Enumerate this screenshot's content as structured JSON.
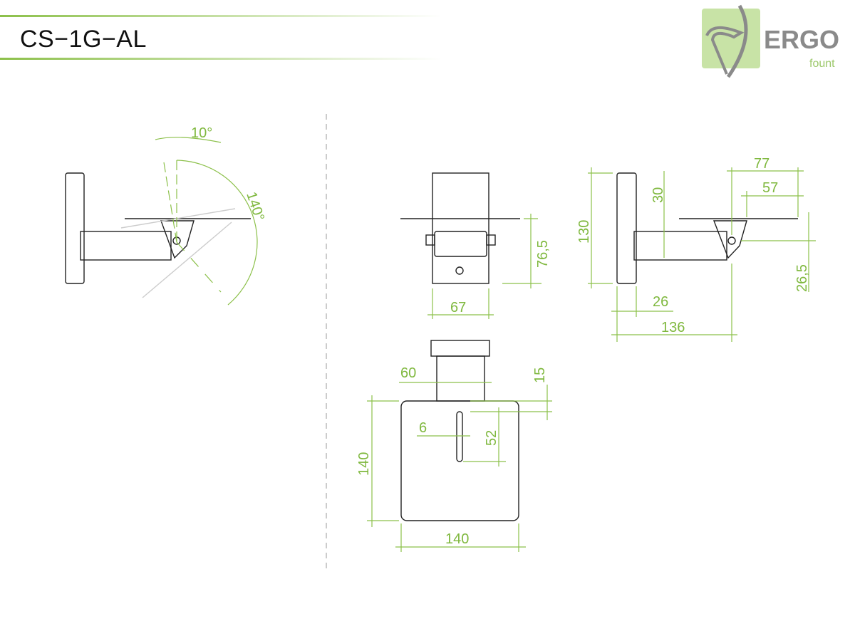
{
  "header": {
    "title": "CS−1G−AL"
  },
  "logo": {
    "brand": "ERGO",
    "sub": "fount"
  },
  "colors": {
    "dimension": "#8cc04a",
    "outline": "#222222",
    "logo_green": "#c8e3a6"
  },
  "views": {
    "tilt_view": {
      "tilt_forward": "10°",
      "tilt_range": "140°"
    },
    "front_view": {
      "height_platform": "76,5",
      "width_body": "67"
    },
    "top_view": {
      "neck_width": "60",
      "neck_offset": "15",
      "slot_width": "6",
      "slot_length": "52",
      "plate_depth": "140",
      "plate_width": "140"
    },
    "side_view": {
      "total_height": "130",
      "top_offset": "30",
      "platform_length": "77",
      "platform_inner": "57",
      "pivot_height": "26,5",
      "plate_thickness": "26",
      "arm_reach": "136"
    }
  }
}
